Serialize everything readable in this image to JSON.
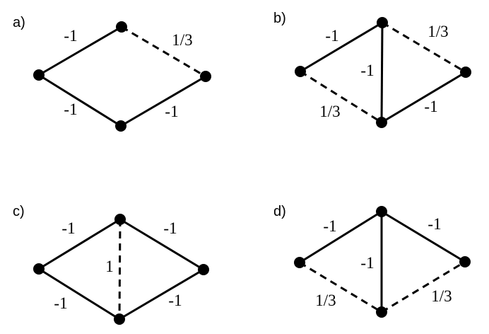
{
  "panels": [
    {
      "label": "a)",
      "edges": [
        {
          "from": 0,
          "to": 1,
          "style": "solid",
          "label": "-1"
        },
        {
          "from": 1,
          "to": 2,
          "style": "dashed",
          "label": "1/3"
        },
        {
          "from": 0,
          "to": 3,
          "style": "solid",
          "label": "-1"
        },
        {
          "from": 3,
          "to": 2,
          "style": "solid",
          "label": "-1"
        }
      ]
    },
    {
      "label": "b)",
      "edges": [
        {
          "from": 0,
          "to": 1,
          "style": "solid",
          "label": "-1"
        },
        {
          "from": 1,
          "to": 2,
          "style": "dashed",
          "label": "1/3"
        },
        {
          "from": 1,
          "to": 3,
          "style": "solid",
          "label": "-1"
        },
        {
          "from": 0,
          "to": 3,
          "style": "dashed",
          "label": "1/3"
        },
        {
          "from": 3,
          "to": 2,
          "style": "solid",
          "label": "-1"
        }
      ]
    },
    {
      "label": "c)",
      "edges": [
        {
          "from": 0,
          "to": 1,
          "style": "solid",
          "label": "-1"
        },
        {
          "from": 1,
          "to": 2,
          "style": "solid",
          "label": "-1"
        },
        {
          "from": 1,
          "to": 3,
          "style": "dashed",
          "label": "1"
        },
        {
          "from": 0,
          "to": 3,
          "style": "solid",
          "label": "-1"
        },
        {
          "from": 3,
          "to": 2,
          "style": "solid",
          "label": "-1"
        }
      ]
    },
    {
      "label": "d)",
      "edges": [
        {
          "from": 0,
          "to": 1,
          "style": "solid",
          "label": "-1"
        },
        {
          "from": 1,
          "to": 2,
          "style": "solid",
          "label": "-1"
        },
        {
          "from": 1,
          "to": 3,
          "style": "solid",
          "label": "-1"
        },
        {
          "from": 0,
          "to": 3,
          "style": "dashed",
          "label": "1/3"
        },
        {
          "from": 3,
          "to": 2,
          "style": "dashed",
          "label": "1/3"
        }
      ]
    }
  ]
}
